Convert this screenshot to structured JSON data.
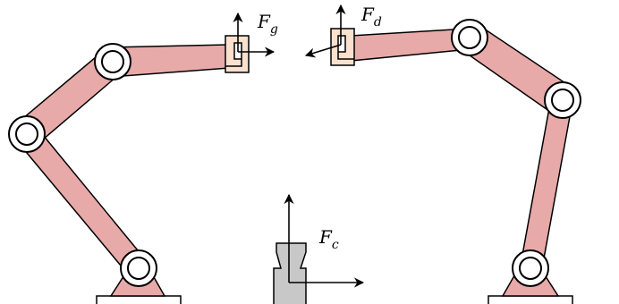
{
  "labels": {
    "left_force_main": "F",
    "left_force_sub": "g",
    "right_force_main": "F",
    "right_force_sub": "d",
    "object_force_main": "F",
    "object_force_sub": "c"
  },
  "colors": {
    "link_fill": "#e8a9a9",
    "gripper_fill": "#fbe0cd",
    "object_fill": "#c8c8c8",
    "stroke": "#000000",
    "background": "#ffffff"
  },
  "icons": [
    "base-icon",
    "joint-icon",
    "gripper-icon",
    "force-arrow-icon",
    "object-icon"
  ]
}
